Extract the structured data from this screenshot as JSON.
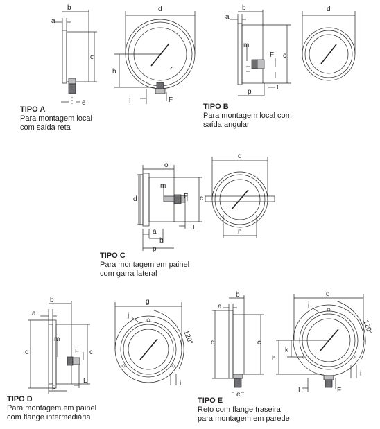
{
  "colors": {
    "line": "#231f20",
    "fill_dark": "#6d6e71",
    "fill_mid": "#bcbec0"
  },
  "types": {
    "a": {
      "title": "TIPO A",
      "desc1": "Para montagem local",
      "desc2": "com saída reta"
    },
    "b": {
      "title": "TIPO B",
      "desc1": "Para montagem local com",
      "desc2": "saída angular"
    },
    "c": {
      "title": "TIPO C",
      "desc1": "Para montagem em painel",
      "desc2": "com garra lateral"
    },
    "d": {
      "title": "TIPO D",
      "desc1": "Para montagem em painel",
      "desc2": "com flange intermediária"
    },
    "e": {
      "title": "TIPO E",
      "desc1": "Reto com flange traseira",
      "desc2": "para montagem em parede"
    }
  },
  "dims": {
    "a": "a",
    "b": "b",
    "c": "c",
    "d": "d",
    "e": "e",
    "F": "F",
    "h": "h",
    "L": "L",
    "m": "m",
    "p": "p",
    "o": "o",
    "n": "n",
    "g": "g",
    "j": "j",
    "k": "k",
    "i": "i",
    "angle": "120°"
  }
}
